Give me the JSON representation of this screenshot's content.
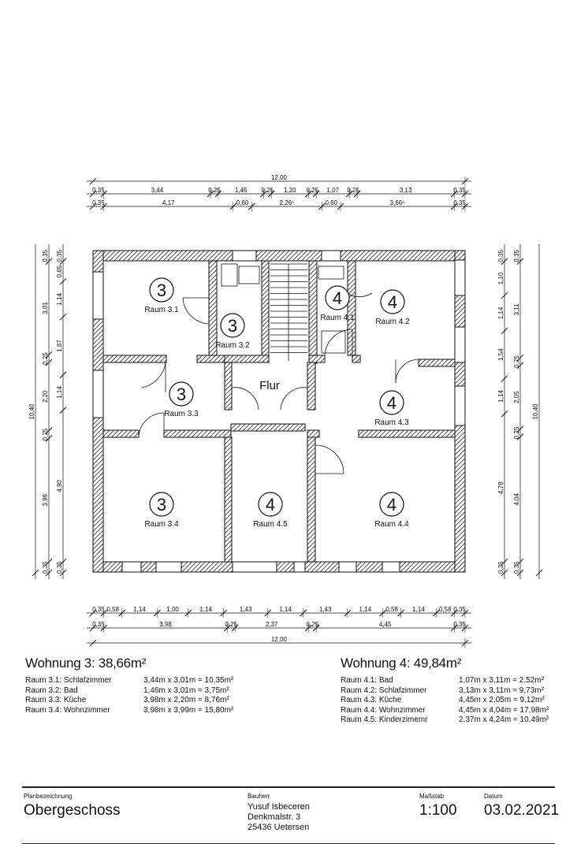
{
  "plan": {
    "rooms": [
      {
        "num": "3",
        "label": "Raum 3.1"
      },
      {
        "num": "3",
        "label": "Raum 3.2"
      },
      {
        "num": "4",
        "label": "Raum 4.1"
      },
      {
        "num": "4",
        "label": "Raum 4.2"
      },
      {
        "num": "3",
        "label": "Raum 3.3"
      },
      {
        "num": "4",
        "label": "Raum 4.3"
      },
      {
        "num": "3",
        "label": "Raum 3.4"
      },
      {
        "num": "4",
        "label": "Raum 4.5"
      },
      {
        "num": "4",
        "label": "Raum 4.4"
      }
    ],
    "flur": "Flur"
  },
  "dimensions": {
    "top": [
      [
        "12,00"
      ],
      [
        "0,35",
        "3,44",
        "0,25",
        "1,46",
        "0,25",
        "1,20",
        "0,25",
        "1,07",
        "0,25",
        "3,13",
        "0,35"
      ],
      [
        "0,35",
        "4,17",
        "0,60",
        "2,26⁵",
        "0,60",
        "3,66⁵",
        "0,35"
      ]
    ],
    "top_m": [
      [
        12.0
      ],
      [
        0.35,
        3.44,
        0.25,
        1.46,
        0.25,
        1.2,
        0.25,
        1.07,
        0.25,
        3.13,
        0.35
      ],
      [
        0.35,
        4.17,
        0.6,
        2.265,
        0.6,
        3.665,
        0.35
      ]
    ],
    "bottom": [
      [
        "0,35",
        "0,58",
        "1,14",
        "1,00",
        "1,14",
        "1,43",
        "1,14",
        "1,43",
        "1,14",
        "0,58",
        "1,14",
        "0,58",
        "0,35"
      ],
      [
        "0,35",
        "3,98",
        "0,25",
        "2,37",
        "0,25",
        "4,45",
        "0,35"
      ],
      [
        "12,00"
      ]
    ],
    "bottom_m": [
      [
        0.35,
        0.58,
        1.14,
        1.0,
        1.14,
        1.43,
        1.14,
        1.43,
        1.14,
        0.58,
        1.14,
        0.58,
        0.35
      ],
      [
        0.35,
        3.98,
        0.25,
        2.37,
        0.25,
        4.45,
        0.35
      ],
      [
        12.0
      ]
    ],
    "left": [
      [
        "10,40"
      ],
      [
        "0,35",
        "3,01",
        "0,25",
        "2,20",
        "0,25",
        "3,99",
        "0,35"
      ],
      [
        "0,35",
        "0,65",
        "1,14",
        "1,87",
        "1,14",
        "4,90",
        "0,35"
      ]
    ],
    "left_m": [
      [
        10.4
      ],
      [
        0.35,
        3.01,
        0.25,
        2.2,
        0.25,
        3.99,
        0.35
      ],
      [
        0.35,
        0.65,
        1.14,
        1.87,
        1.14,
        4.9,
        0.35
      ]
    ],
    "right": [
      [
        "0,35",
        "1,10",
        "1,14",
        "1,54",
        "1,14",
        "4,78",
        "0,35"
      ],
      [
        "0,35",
        "3,11",
        "0,25",
        "2,05",
        "0,25",
        "4,04",
        "0,35"
      ],
      [
        "10,40"
      ]
    ],
    "right_m": [
      [
        0.35,
        1.1,
        1.14,
        1.54,
        1.14,
        4.78,
        0.35
      ],
      [
        0.35,
        3.11,
        0.25,
        2.05,
        0.25,
        4.04,
        0.35
      ],
      [
        10.4
      ]
    ]
  },
  "wohnung3": {
    "title": "Wohnung 3: 38,66m²",
    "rows": [
      {
        "name": "Raum 3.1: Schlafzimmer",
        "calc": "3,44m x 3,01m = 10,35m²"
      },
      {
        "name": "Raum 3.2: Bad",
        "calc": "1,46m x 3,01m =  3,75m²"
      },
      {
        "name": "Raum 3.3: Küche",
        "calc": "3,98m x 2,20m =  8,76m²"
      },
      {
        "name": "Raum 3.4: Wohnzimmer",
        "calc": "3,98m x 3,99m = 15,80m²"
      }
    ]
  },
  "wohnung4": {
    "title": "Wohnung 4: 49,84m²",
    "rows": [
      {
        "name": "Raum 4.1: Bad",
        "calc": "1,07m x 3,11m =  2,52m²"
      },
      {
        "name": "Raum 4.2: Schlafzimmer",
        "calc": "3,13m x 3,11m =  9,73m²"
      },
      {
        "name": "Raum 4.3: Küche",
        "calc": "4,45m x 2,05m =  9,12m²"
      },
      {
        "name": "Raum 4.4: Wohnzimmer",
        "calc": "4,45m x 4,04m = 17,98m²"
      },
      {
        "name": "Raum 4.5: Kinderzimemr",
        "calc": "2,37m x 4,24m = 10,49m²"
      }
    ]
  },
  "titleblock": {
    "plan_label": "Planbezeichnung",
    "plan": "Obergeschoss",
    "owner_label": "Bauherr",
    "owner": "Yusuf Isbeceren",
    "street": "Denkmalstr. 3",
    "city": "25436 Uetersen",
    "scale_label": "Maßstab",
    "scale": "1:100",
    "date_label": "Datum",
    "date": "03.02.2021"
  }
}
